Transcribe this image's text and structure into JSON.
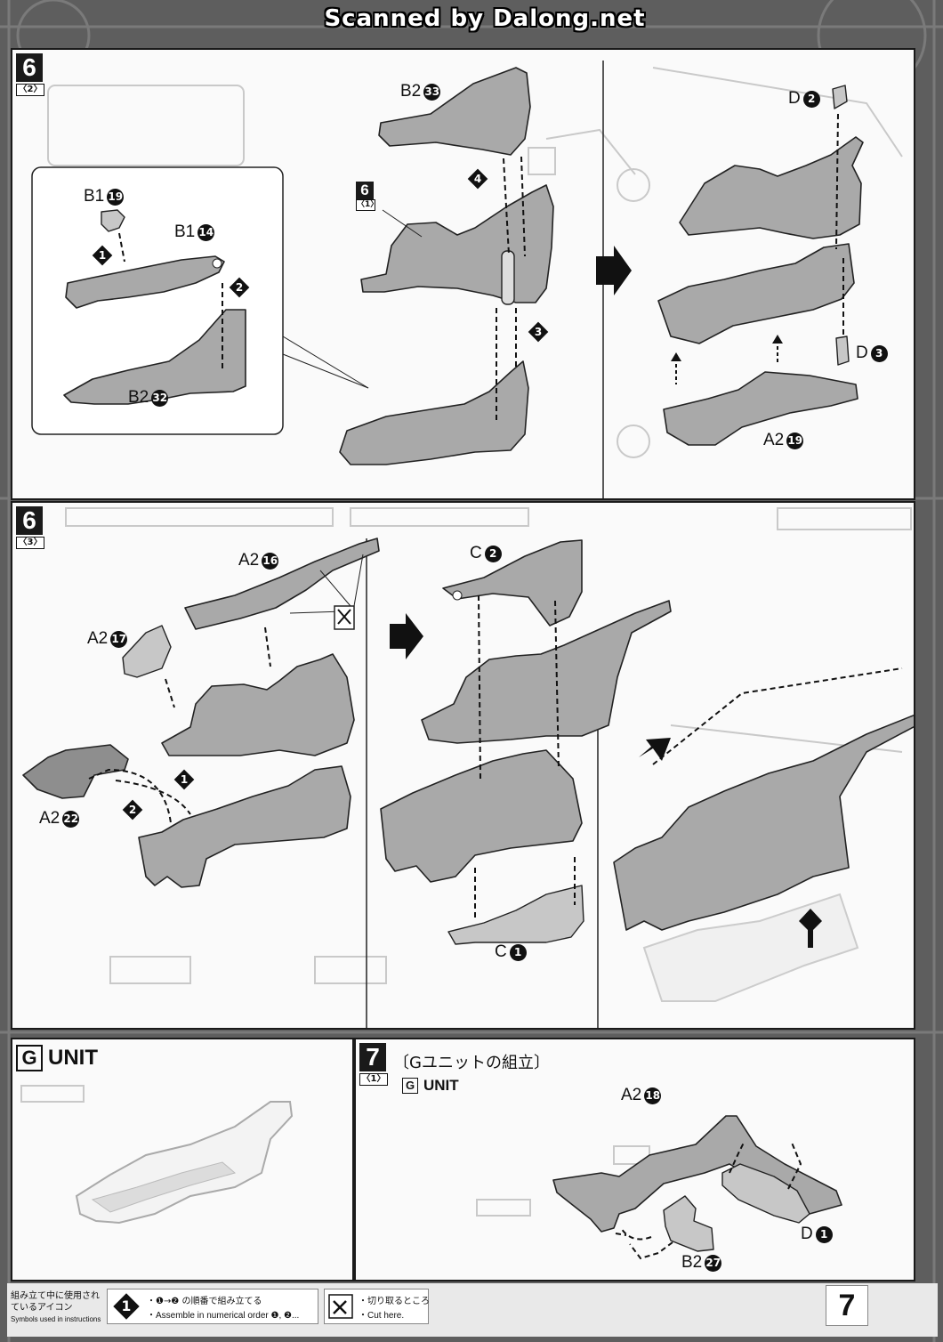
{
  "watermark": "Scanned by Dalong.net",
  "panel_6_2": {
    "step": "6",
    "substep": "〈2〉",
    "sub_ref_step": "6",
    "sub_ref_substep": "〈1〉",
    "labels": {
      "b2_33": {
        "part": "B2",
        "num": "33"
      },
      "b1_19": {
        "part": "B1",
        "num": "19"
      },
      "b1_14": {
        "part": "B1",
        "num": "14"
      },
      "b2_32": {
        "part": "B2",
        "num": "32"
      },
      "d2": {
        "part": "D",
        "num": "2"
      },
      "d3": {
        "part": "D",
        "num": "3"
      },
      "a2_19": {
        "part": "A2",
        "num": "19"
      }
    },
    "order": [
      "1",
      "2",
      "3",
      "4"
    ]
  },
  "panel_6_3": {
    "step": "6",
    "substep": "〈3〉",
    "labels": {
      "a2_16": {
        "part": "A2",
        "num": "16"
      },
      "a2_17": {
        "part": "A2",
        "num": "17"
      },
      "a2_22": {
        "part": "A2",
        "num": "22"
      },
      "c2": {
        "part": "C",
        "num": "2"
      },
      "c1": {
        "part": "C",
        "num": "1"
      }
    },
    "order": [
      "1",
      "2"
    ]
  },
  "g_unit": {
    "letter": "G",
    "title": "UNIT"
  },
  "panel_7": {
    "step": "7",
    "substep": "〈1〉",
    "title_jp": "〔Gユニットの組立〕",
    "title_en_letter": "G",
    "title_en": "UNIT",
    "labels": {
      "a2_18": {
        "part": "A2",
        "num": "18"
      },
      "d1": {
        "part": "D",
        "num": "1"
      },
      "b2_27": {
        "part": "B2",
        "num": "27"
      }
    }
  },
  "footer": {
    "icons_jp": "組み立て中に使用されているアイコン",
    "icons_en": "Symbols used in instructions",
    "order_icon": "1",
    "order_jp": "・❶→❷ の順番で組み立てる",
    "order_en": "・Assemble in numerical order ❶, ❷...",
    "cut_jp": "・切り取るところ",
    "cut_en": "・Cut here.",
    "page_number": "7"
  }
}
